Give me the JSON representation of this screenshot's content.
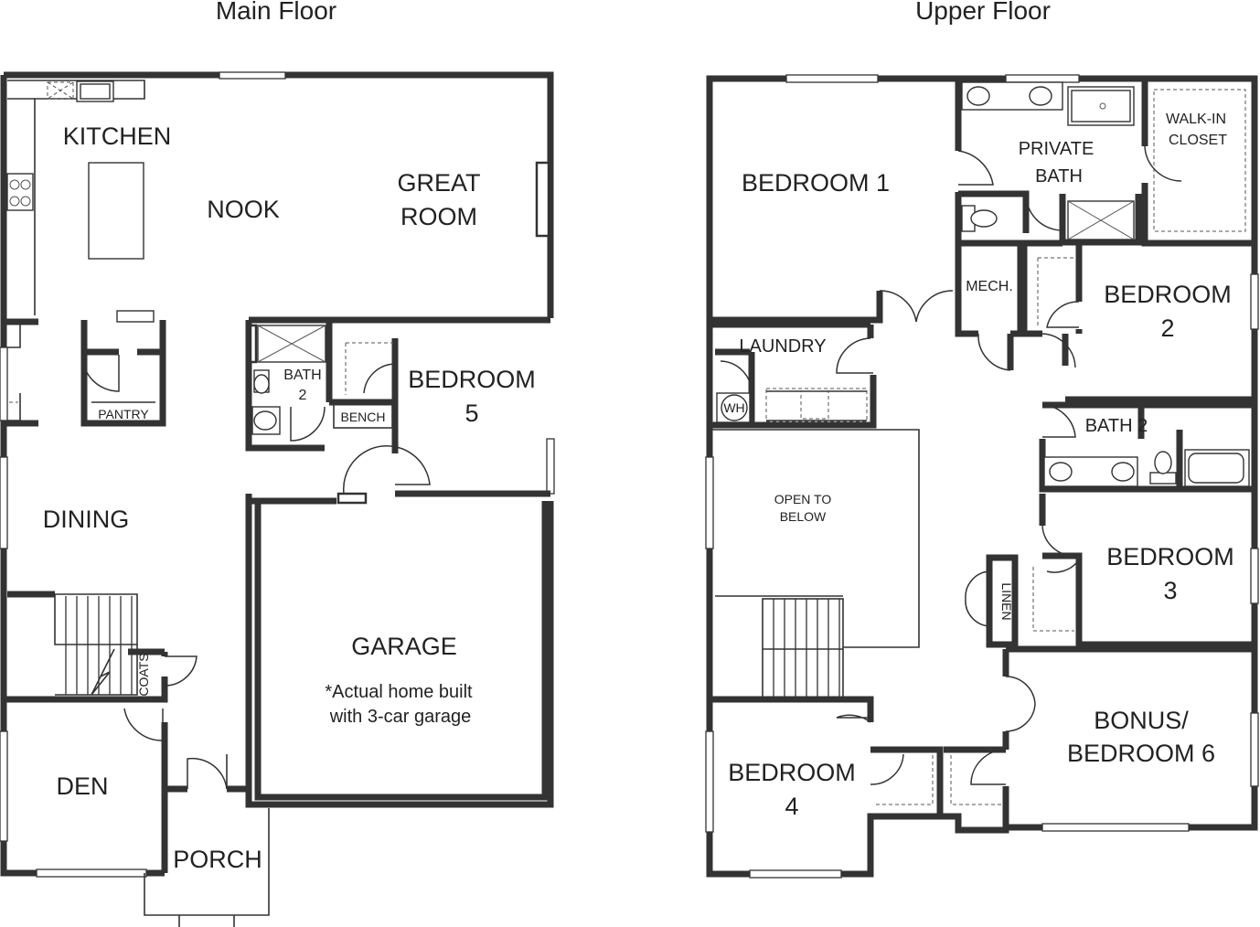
{
  "floors": {
    "main": {
      "title": "Main Floor",
      "rooms": {
        "kitchen": "KITCHEN",
        "nook": "NOOK",
        "great_room_1": "GREAT",
        "great_room_2": "ROOM",
        "pantry": "PANTRY",
        "bath_1": "BATH",
        "bath_2": "2",
        "bench": "BENCH",
        "bedroom5_1": "BEDROOM",
        "bedroom5_2": "5",
        "dining": "DINING",
        "coats": "COATS",
        "garage": "GARAGE",
        "garage_note_1": "*Actual home built",
        "garage_note_2": "with 3-car garage",
        "den": "DEN",
        "porch": "PORCH"
      }
    },
    "upper": {
      "title": "Upper Floor",
      "rooms": {
        "bedroom1": "BEDROOM 1",
        "private_bath_1": "PRIVATE",
        "private_bath_2": "BATH",
        "walkin_1": "WALK-IN",
        "walkin_2": "CLOSET",
        "mech": "MECH.",
        "bedroom2_1": "BEDROOM",
        "bedroom2_2": "2",
        "laundry": "LAUNDRY",
        "wh": "WH",
        "bath2": "BATH 2",
        "open_1": "OPEN TO",
        "open_2": "BELOW",
        "bedroom3_1": "BEDROOM",
        "bedroom3_2": "3",
        "linen": "LINEN",
        "bonus_1": "BONUS/",
        "bonus_2": "BEDROOM 6",
        "bedroom4_1": "BEDROOM",
        "bedroom4_2": "4"
      }
    }
  }
}
